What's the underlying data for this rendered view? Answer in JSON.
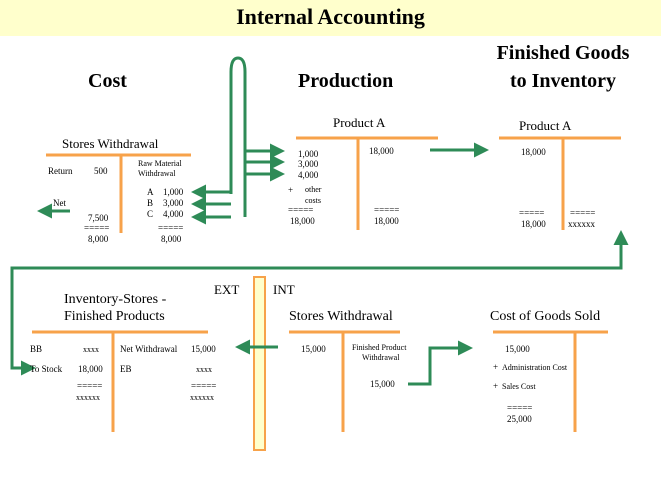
{
  "title": "Internal Accounting",
  "sections": {
    "cost": "Cost",
    "production": "Production",
    "finished_goods_line1": "Finished Goods",
    "finished_goods_line2": "to Inventory"
  },
  "stores_withdrawal_top": {
    "title": "Stores Withdrawal",
    "return_label": "Return",
    "return_value": "500",
    "raw_material_line1": "Raw Material",
    "raw_material_line2": "Withdrawal",
    "items": [
      {
        "label": "A",
        "value": "1,000"
      },
      {
        "label": "B",
        "value": "3,000"
      },
      {
        "label": "C",
        "value": "4,000"
      }
    ],
    "net_label": "Net",
    "left_total": "7,500",
    "left_equals": "=====",
    "left_sum": "8,000",
    "right_equals": "=====",
    "right_sum": "8,000"
  },
  "production_product_a": {
    "title": "Product A",
    "debits": [
      "1,000",
      "3,000",
      "4,000"
    ],
    "other_plus": "+",
    "other_line1": "other",
    "other_line2": "costs",
    "left_equals": "=====",
    "left_sum": "18,000",
    "credit": "18,000",
    "right_equals": "=====",
    "right_sum": "18,000"
  },
  "finished_product_a": {
    "title": "Product A",
    "debit": "18,000",
    "left_equals": "=====",
    "left_sum": "18,000",
    "right_equals": "=====",
    "right_sum": "xxxxxx"
  },
  "boundary": {
    "ext": "EXT",
    "int": "INT"
  },
  "inventory_stores": {
    "title_line1": "Inventory-Stores -",
    "title_line2": "Finished Products",
    "bb_label": "BB",
    "bb_value": "xxxx",
    "to_stock_label": "To Stock",
    "to_stock_value": "18,000",
    "left_equals": "=====",
    "left_sum": "xxxxxx",
    "net_withdrawal_label": "Net Withdrawal",
    "net_withdrawal_value": "15,000",
    "eb_label": "EB",
    "eb_value": "xxxx",
    "right_equals": "=====",
    "right_sum": "xxxxxx"
  },
  "stores_withdrawal_bottom": {
    "title": "Stores Withdrawal",
    "debit": "15,000",
    "finished_line1": "Finished Product",
    "finished_line2": "Withdrawal",
    "credit": "15,000"
  },
  "cogs": {
    "title": "Cost of Goods Sold",
    "debit": "15,000",
    "admin_plus": "+",
    "admin_label": "Administration Cost",
    "sales_plus": "+",
    "sales_label": "Sales Cost",
    "equals": "=====",
    "total": "25,000"
  },
  "colors": {
    "title_bg": "#ffffcc",
    "t_account": "#f7a24a",
    "arrow": "#2e8b57",
    "divider_fill": "#ffffcc",
    "divider_border": "#f7a24a"
  }
}
